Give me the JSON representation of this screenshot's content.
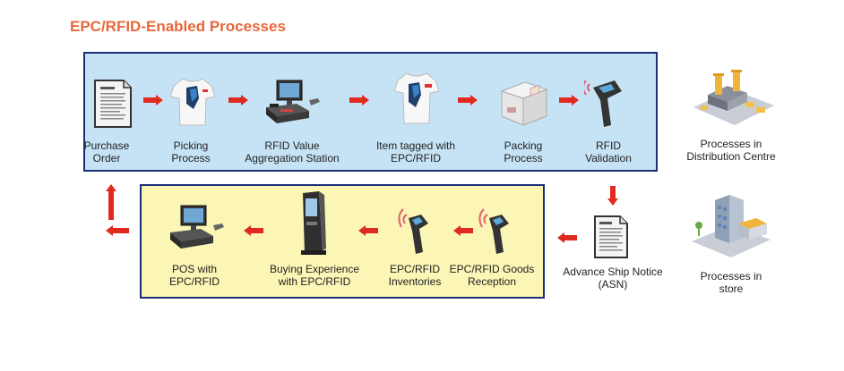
{
  "title": "EPC/RFID-Enabled Processes",
  "steps_top": [
    {
      "line1": "Purchase",
      "line2": "Order"
    },
    {
      "line1": "Picking",
      "line2": "Process"
    },
    {
      "line1": "RFID Value",
      "line2": "Aggregation Station"
    },
    {
      "line1": "Item tagged with",
      "line2": "EPC/RFID"
    },
    {
      "line1": "Packing",
      "line2": "Process"
    },
    {
      "line1": "RFID",
      "line2": "Validation"
    }
  ],
  "asn": {
    "line1": "Advance Ship Notice",
    "line2": "(ASN)"
  },
  "steps_bottom": [
    {
      "line1": "EPC/RFID Goods",
      "line2": "Reception"
    },
    {
      "line1": "EPC/RFID",
      "line2": "Inventories"
    },
    {
      "line1": "Buying Experience",
      "line2": "with EPC/RFID"
    },
    {
      "line1": "POS with",
      "line2": "EPC/RFID"
    }
  ],
  "legend": [
    {
      "line1": "Processes in",
      "line2": "Distribution Centre"
    },
    {
      "line1": "Processes in",
      "line2": "store"
    }
  ],
  "colors": {
    "title": "#e8683a",
    "arrow": "#e02a1f",
    "blue_box": "#c6e3f5",
    "yellow_box": "#fbf6b5",
    "border": "#1a2f7a"
  }
}
